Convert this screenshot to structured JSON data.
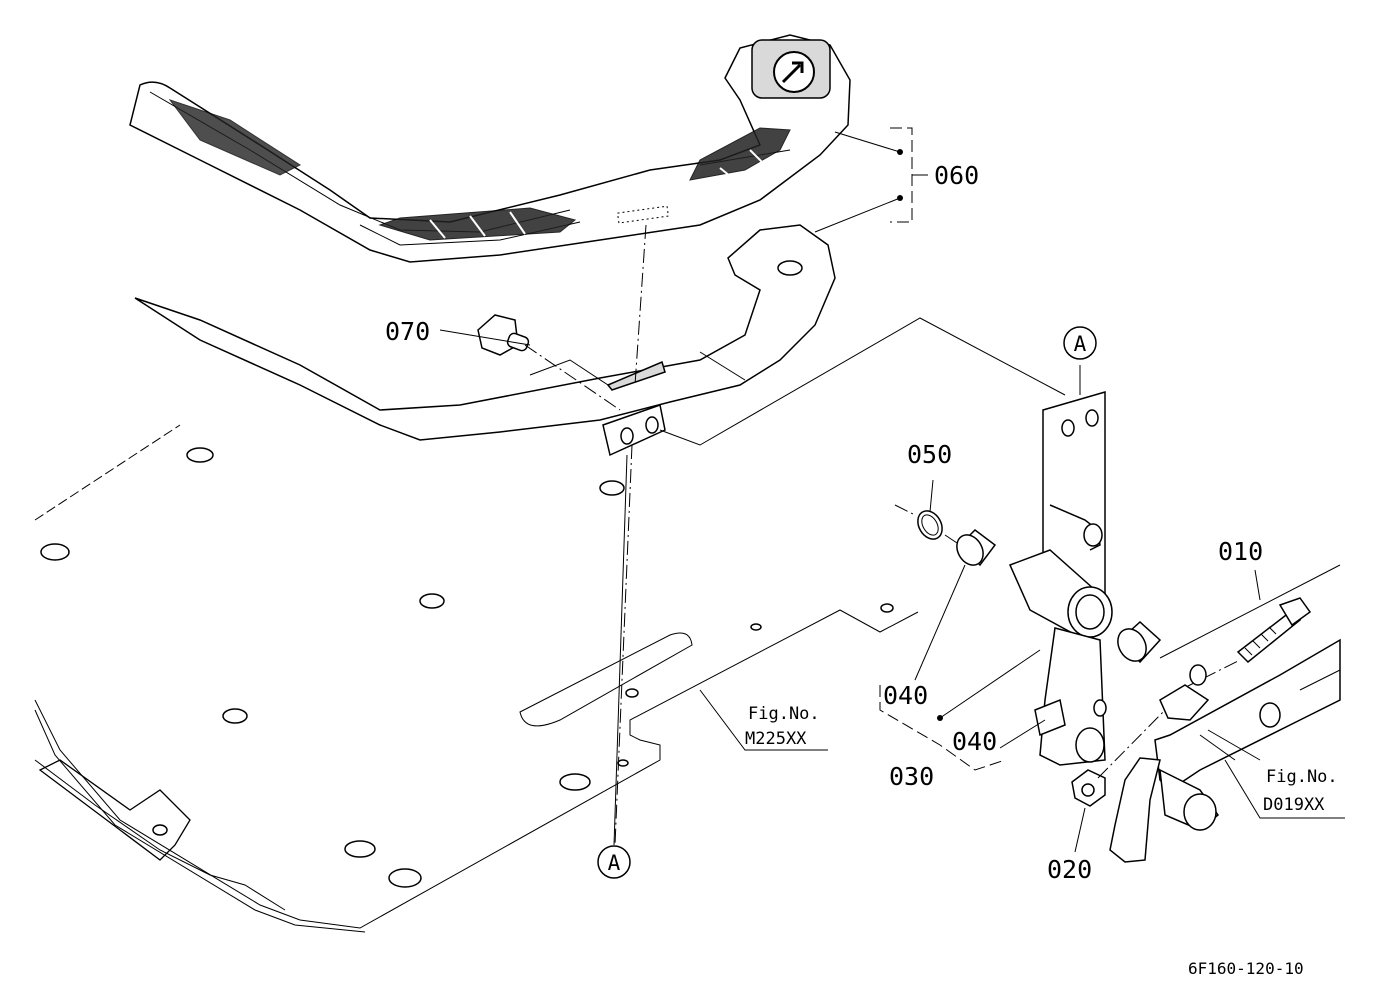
{
  "callouts": {
    "p010": "010",
    "p020": "020",
    "p030": "030",
    "p040a": "040",
    "p040b": "040",
    "p050": "050",
    "p060": "060",
    "p070": "070"
  },
  "references": {
    "marker_a_top": "A",
    "marker_a_bottom": "A",
    "fig_floor_label": "Fig.No.",
    "fig_floor_code": "M225XX",
    "fig_pedal_label": "Fig.No.",
    "fig_pedal_code": "D019XX"
  },
  "diagram_code": "6F160-120-10"
}
